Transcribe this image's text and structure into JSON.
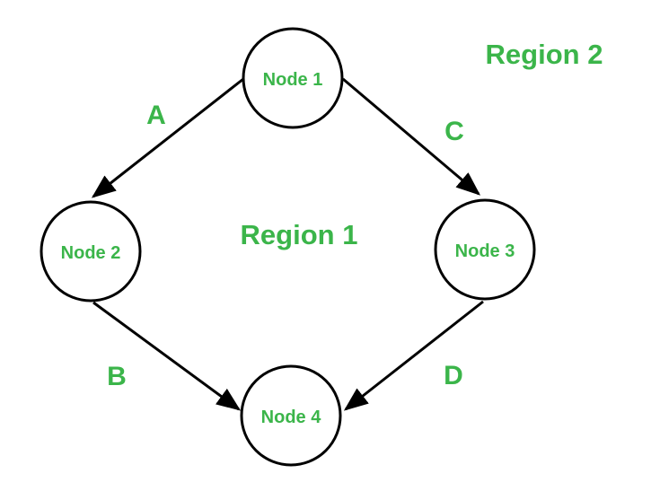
{
  "diagram": {
    "title": "Directed graph with four nodes and two regions",
    "colors": {
      "green": "#3bb54a",
      "black": "#000000",
      "background": "#ffffff"
    },
    "nodes": [
      {
        "label": "Node 1"
      },
      {
        "label": "Node 2"
      },
      {
        "label": "Node 3"
      },
      {
        "label": "Node 4"
      }
    ],
    "edges": [
      {
        "label": "A",
        "from": "Node 1",
        "to": "Node 2"
      },
      {
        "label": "B",
        "from": "Node 2",
        "to": "Node 4"
      },
      {
        "label": "C",
        "from": "Node 1",
        "to": "Node 3"
      },
      {
        "label": "D",
        "from": "Node 3",
        "to": "Node 4"
      }
    ],
    "regions": [
      {
        "label": "Region 1"
      },
      {
        "label": "Region 2"
      }
    ]
  }
}
